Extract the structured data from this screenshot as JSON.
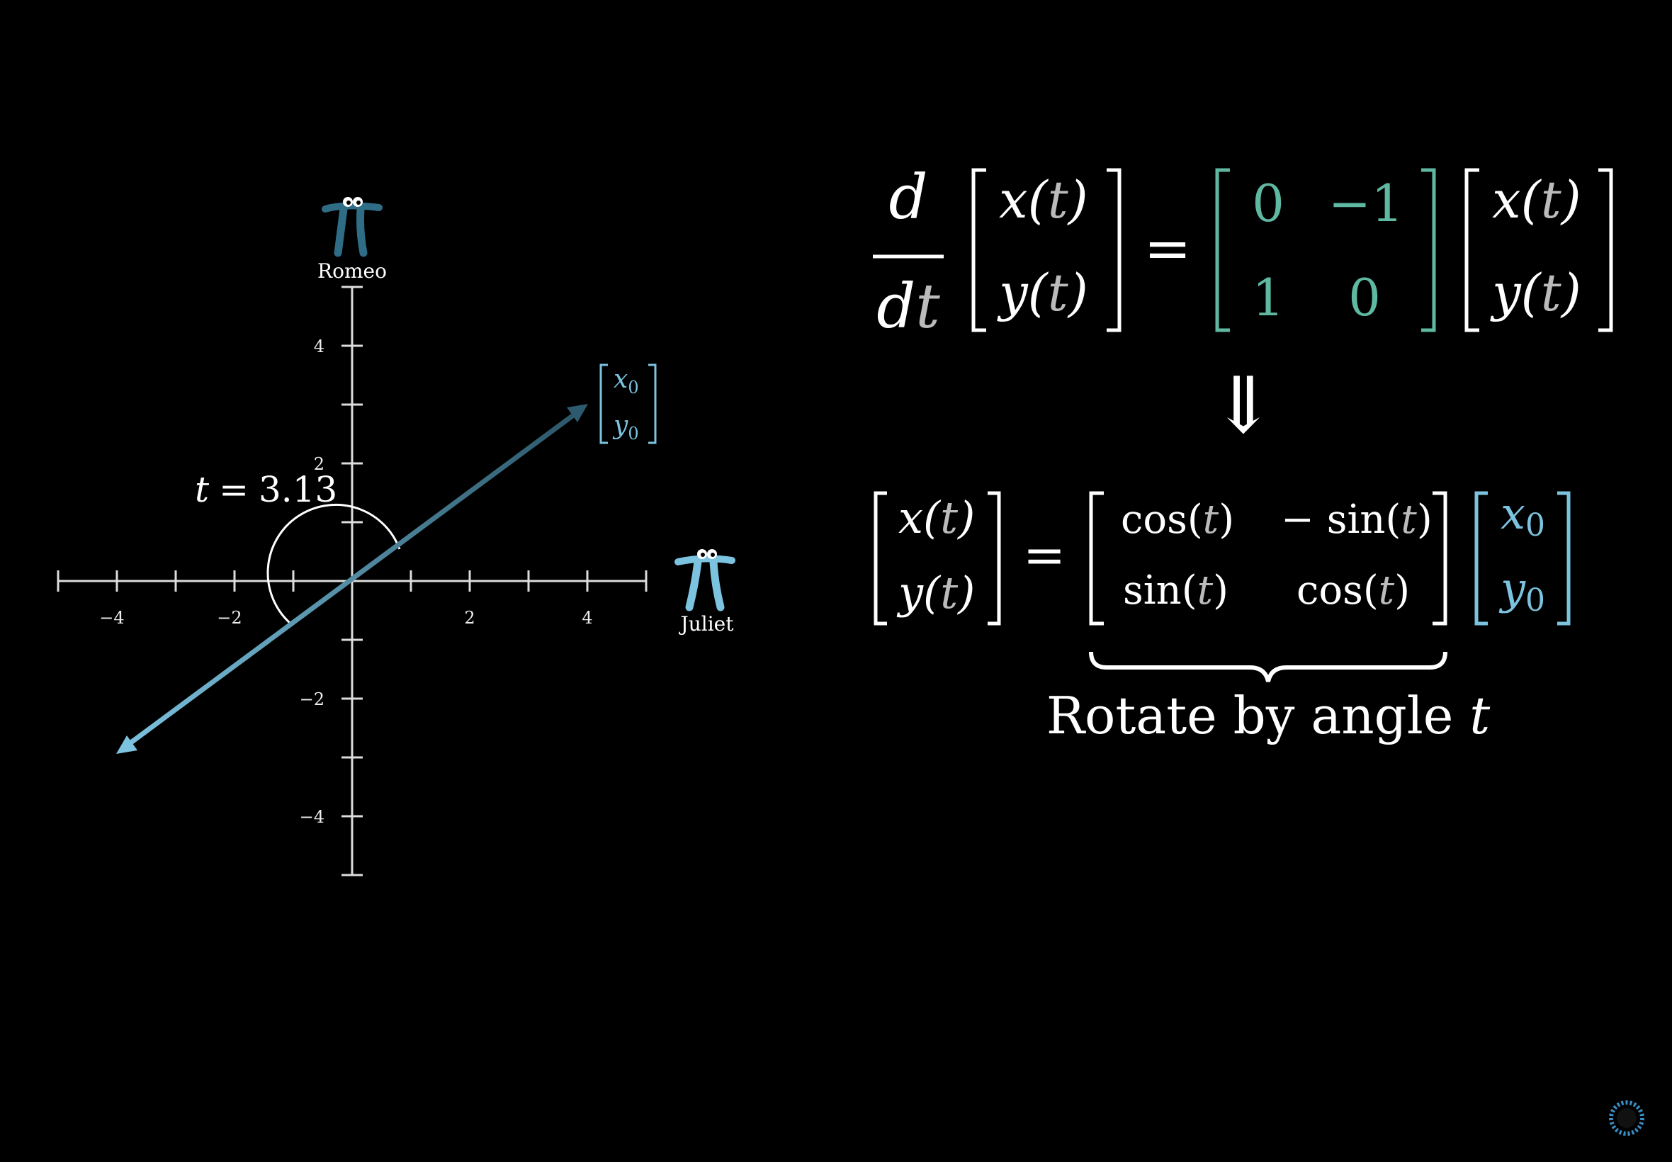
{
  "axes": {
    "x_label": "Juliet",
    "y_label": "Romeo",
    "x_ticks": [
      "−4",
      "−2",
      "2",
      "4"
    ],
    "y_ticks": [
      "4",
      "2",
      "−2",
      "−4"
    ]
  },
  "angle_label": {
    "lhs": "t",
    "eq": "=",
    "value": "3.13"
  },
  "vector_label": {
    "top": "x",
    "top_sub": "0",
    "bottom": "y",
    "bottom_sub": "0"
  },
  "equation_top": {
    "d": "d",
    "dt_d": "d",
    "dt_t": "t",
    "x_t": "x(",
    "y_t": "y(",
    "t": "t",
    "close": ")",
    "equals": "=",
    "m11": "0",
    "m12": "−1",
    "m21": "1",
    "m22": "0"
  },
  "implies": "⇓",
  "equation_bottom": {
    "x_t": "x(",
    "y_t": "y(",
    "t": "t",
    "close": ")",
    "equals": "=",
    "cos": "cos(",
    "neg_sin": "− sin(",
    "sin": "sin(",
    "x0": "x",
    "y0": "y",
    "sub0": "0"
  },
  "caption": {
    "text": "Rotate by angle ",
    "t": "t"
  },
  "colors": {
    "teal": "#5fb8a2",
    "blue": "#7cc3e0",
    "dark_blue": "#2d5a6e",
    "gray": "#bbbbbb"
  },
  "icons": [
    "pi-creature-icon",
    "pi-creature-icon",
    "loading-spinner-icon"
  ]
}
